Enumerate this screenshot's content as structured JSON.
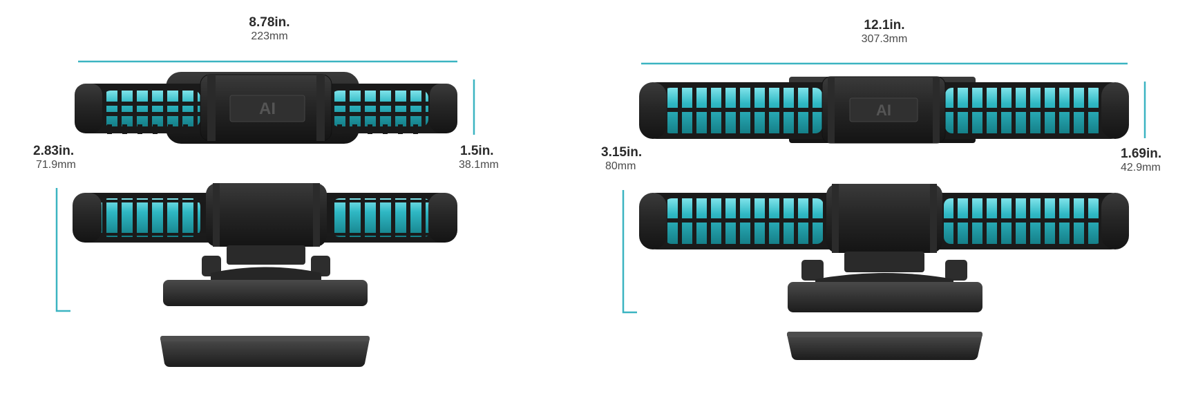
{
  "colors": {
    "accent_line": "#3bb4c1",
    "cyan_cylinder": "#2fb8c4",
    "cyan_dark": "#1c8f99",
    "body_dark": "#1e1e1e",
    "body_mid": "#2e2e2e"
  },
  "logo_text": "AI",
  "small_pump": {
    "width": {
      "in": "8.78in.",
      "mm": "223mm"
    },
    "height": {
      "in": "2.83in.",
      "mm": "71.9mm"
    },
    "depth": {
      "in": "1.5in.",
      "mm": "38.1mm"
    }
  },
  "large_pump": {
    "width": {
      "in": "12.1in.",
      "mm": "307.3mm"
    },
    "height": {
      "in": "3.15in.",
      "mm": "80mm"
    },
    "depth": {
      "in": "1.69in.",
      "mm": "42.9mm"
    }
  }
}
